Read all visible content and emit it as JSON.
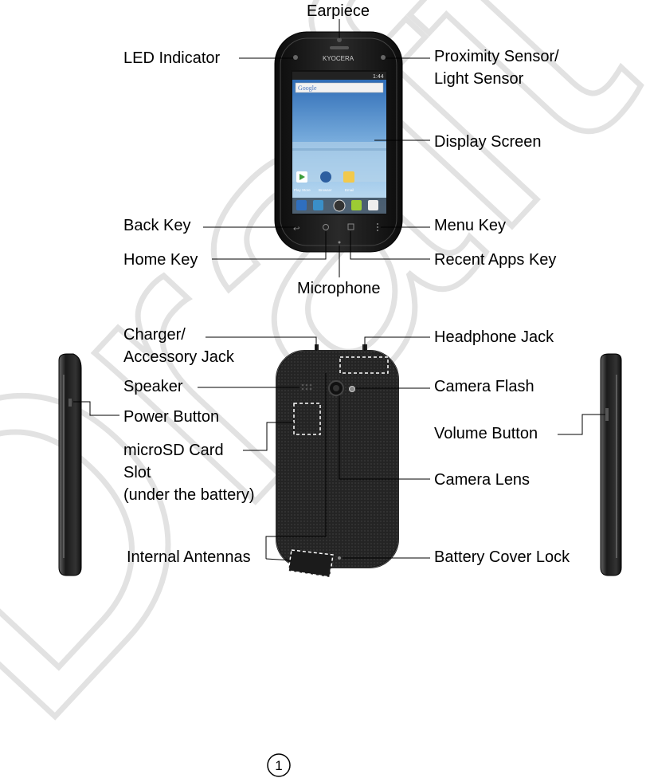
{
  "labels": {
    "earpiece": "Earpiece",
    "led_indicator": "LED Indicator",
    "proximity_sensor": "Proximity Sensor/\nLight Sensor",
    "display_screen": "Display Screen",
    "back_key": "Back Key",
    "menu_key": "Menu Key",
    "home_key": "Home Key",
    "recent_apps_key": "Recent Apps Key",
    "microphone": "Microphone",
    "charger_jack": "Charger/\nAccessory Jack",
    "headphone_jack": "Headphone Jack",
    "speaker": "Speaker",
    "camera_flash": "Camera Flash",
    "power_button": "Power Button",
    "microsd_slot": "microSD Card\nSlot\n(under the battery)",
    "volume_button": "Volume Button",
    "camera_lens": "Camera Lens",
    "internal_antennas": "Internal Antennas",
    "battery_cover_lock": "Battery Cover Lock"
  },
  "phone": {
    "brand": "KYOCERA",
    "search_text": "Google",
    "clock": "1:44",
    "apps": [
      "Play Store",
      "Browser",
      "Email"
    ]
  },
  "watermark": "Draft",
  "page_number": "1",
  "colors": {
    "phone_body": "#1e1e1e",
    "screen_sky": "#4a86c8",
    "watermark": "#e6e6e6"
  }
}
